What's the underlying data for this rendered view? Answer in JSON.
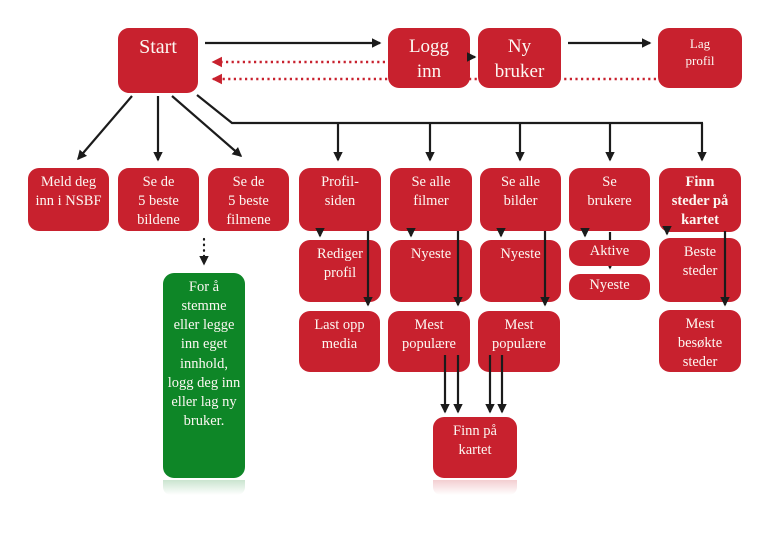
{
  "diagram": {
    "colors": {
      "node_red": "#c8212e",
      "node_green": "#0e8627",
      "arrow_black": "#1b1b1b",
      "arrow_red_dotted": "#c8212e",
      "text": "#fcf7f2",
      "background": "#ffffff"
    },
    "nodes": {
      "start": "Start",
      "logg_inn": "Logg\ninn",
      "ny_bruker": "Ny\nbruker",
      "lag_profil": "Lag\nprofil",
      "meld_deg": "Meld deg\ninn i NSBF",
      "se_5_bildene": "Se de\n5 beste\nbildene",
      "se_5_filmene": "Se de\n5 beste\nfilmene",
      "profil_siden": "Profil-\nsiden",
      "se_alle_filmer": "Se alle\nfilmer",
      "se_alle_bilder": "Se alle\nbilder",
      "se_brukere": "Se\nbrukere",
      "finn_steder": "Finn\nsteder på\nkartet",
      "rediger_profil": "Rediger\nprofil",
      "nyeste_filmer": "Nyeste",
      "nyeste_bilder": "Nyeste",
      "aktive": "Aktive",
      "nyeste_brukere": "Nyeste",
      "beste_steder": "Beste\nsteder",
      "last_opp_media": "Last opp\nmedia",
      "mest_populaere_filmer": "Mest\npopulære",
      "mest_populaere_bilder": "Mest\npopulære",
      "mest_besokte": "Mest\nbesøkte\nsteder",
      "finn_paa_kartet": "Finn på\nkartet",
      "info": "For å\nstemme\neller legge\ninn eget\ninnhold,\nlogg deg inn\neller lag ny\nbruker."
    }
  }
}
